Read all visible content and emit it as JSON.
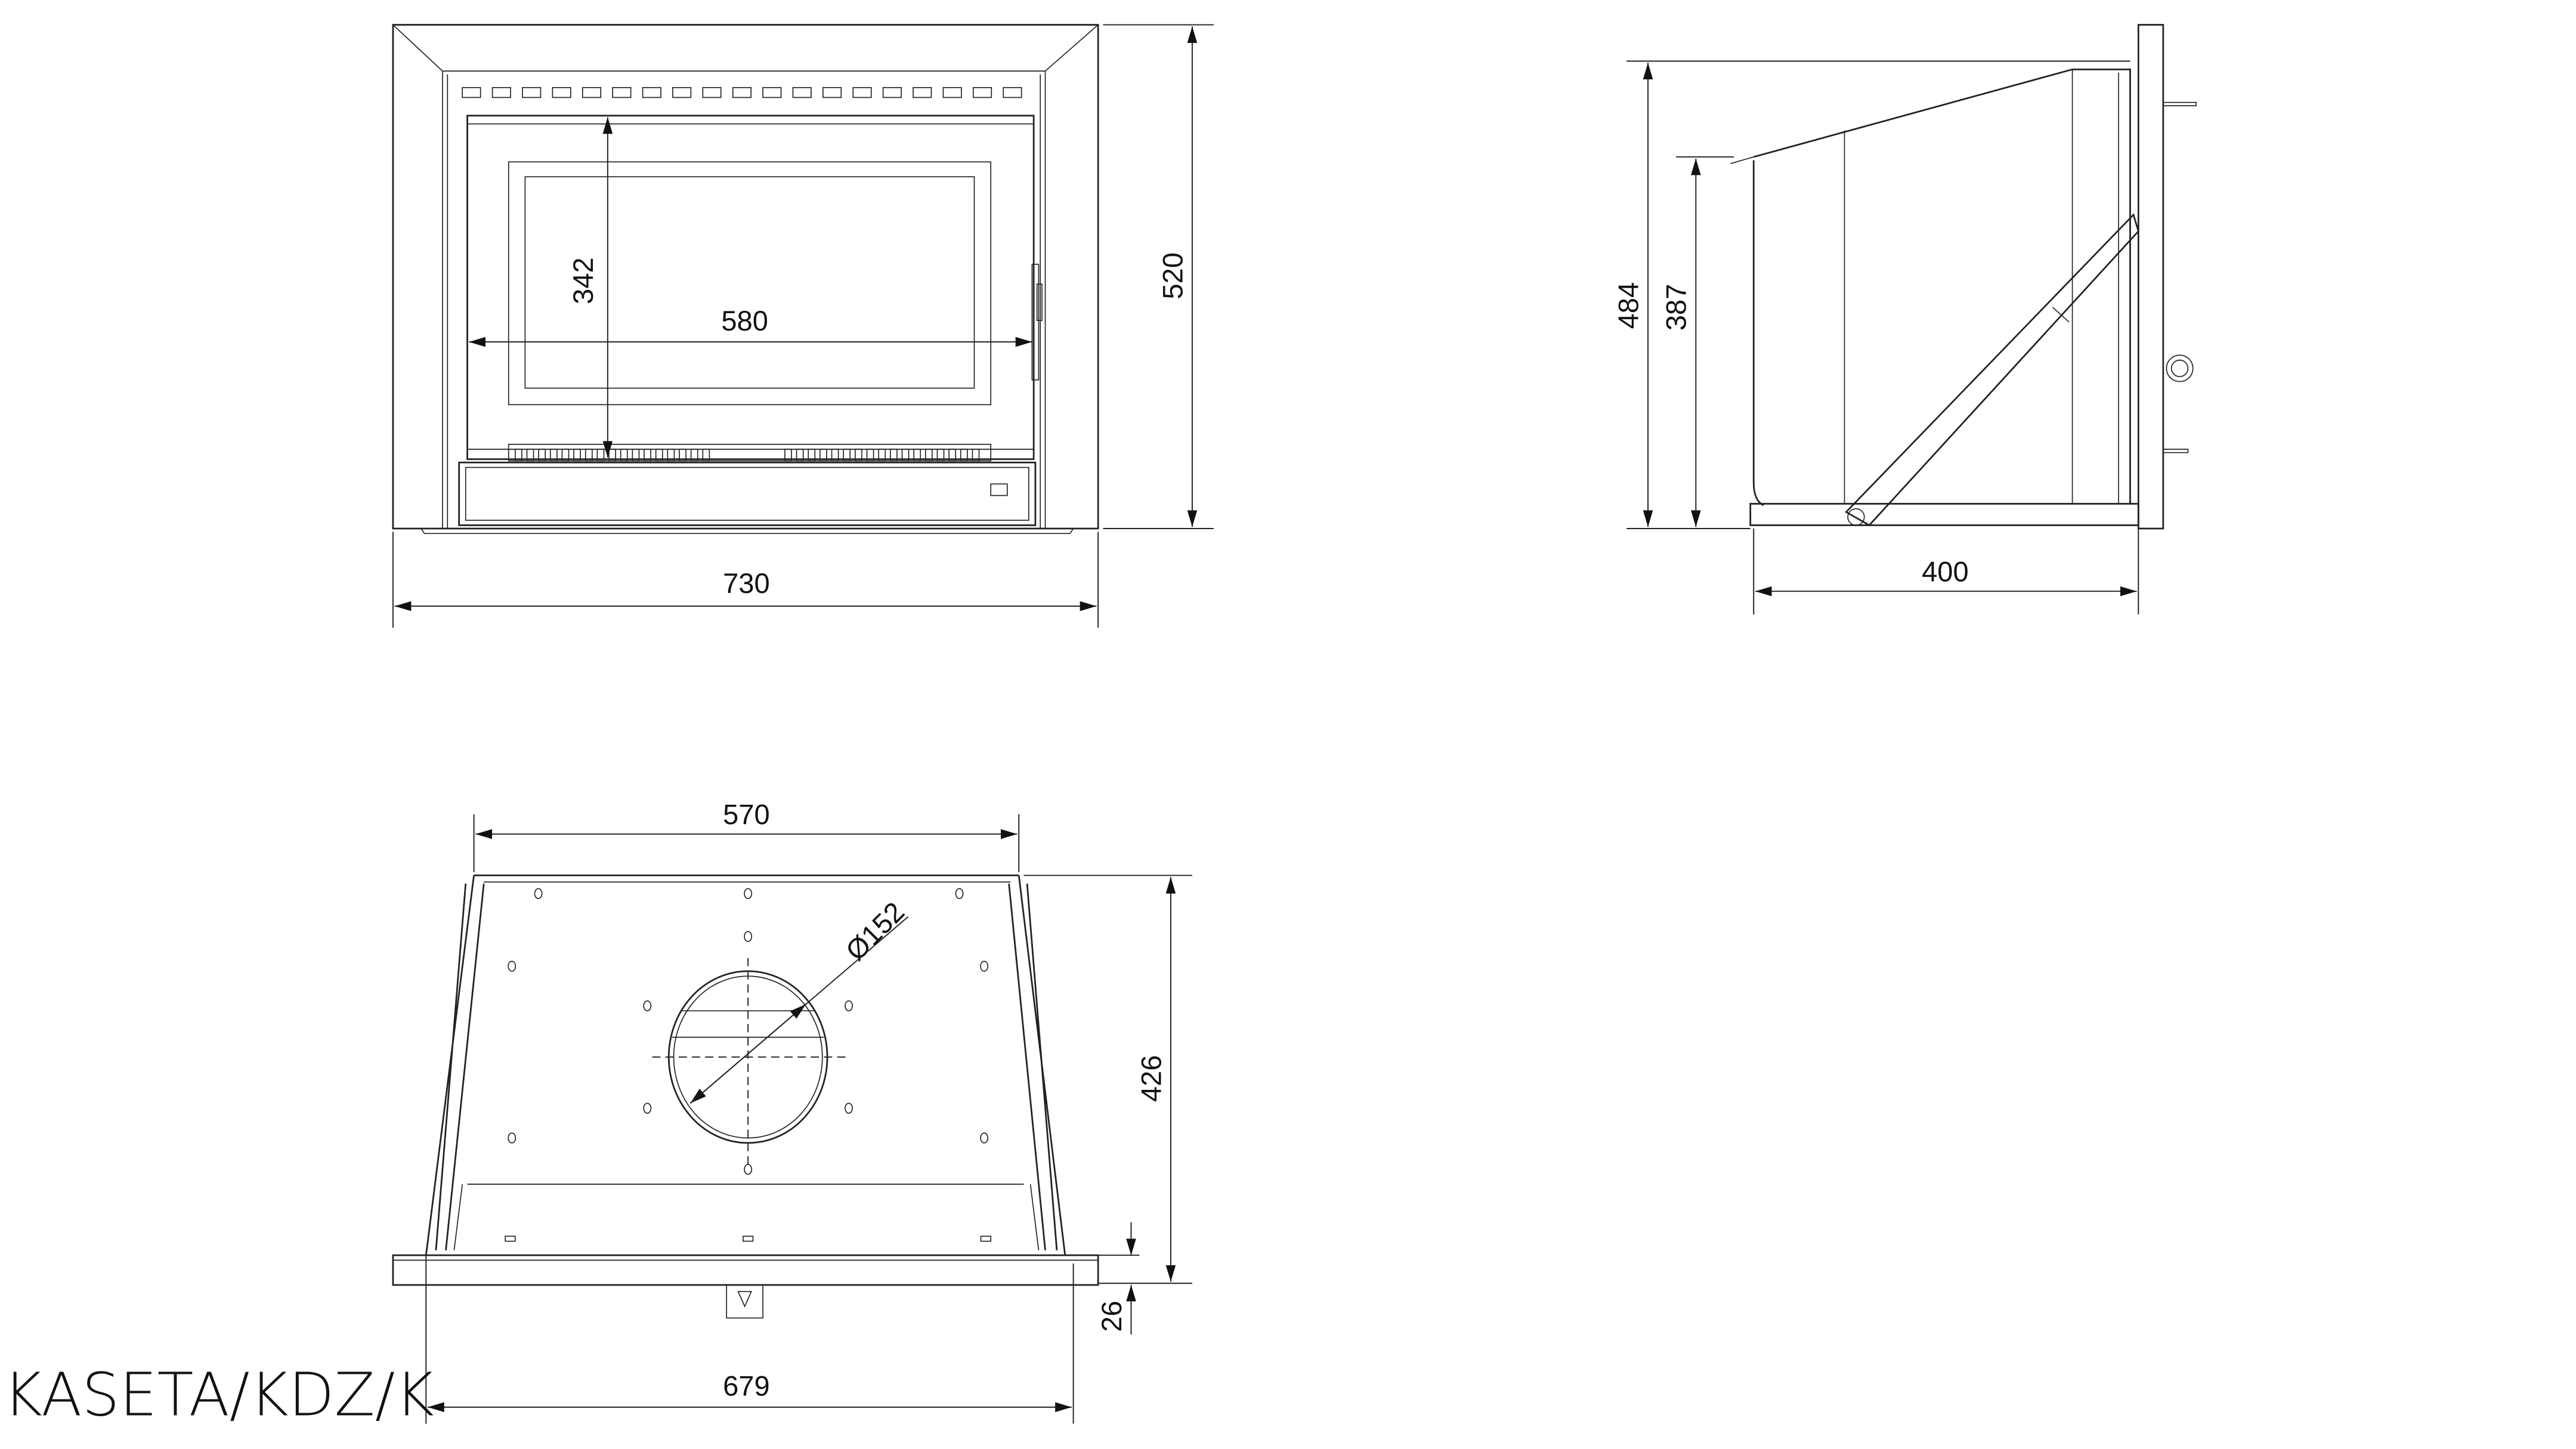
{
  "drawing_title": "KASETA/KDZ/K",
  "front_view": {
    "dimensions": {
      "overall_width": "730",
      "overall_height": "520",
      "door_width": "580",
      "door_height": "342"
    }
  },
  "side_view": {
    "dimensions": {
      "total_height": "484",
      "front_height": "387",
      "depth": "400"
    }
  },
  "top_view": {
    "dimensions": {
      "rear_width": "570",
      "flue_diameter": "Ø152",
      "depth": "426",
      "frame_thickness": "26",
      "frame_width": "679"
    }
  },
  "colors": {
    "line": "#222222",
    "background": "#ffffff"
  }
}
